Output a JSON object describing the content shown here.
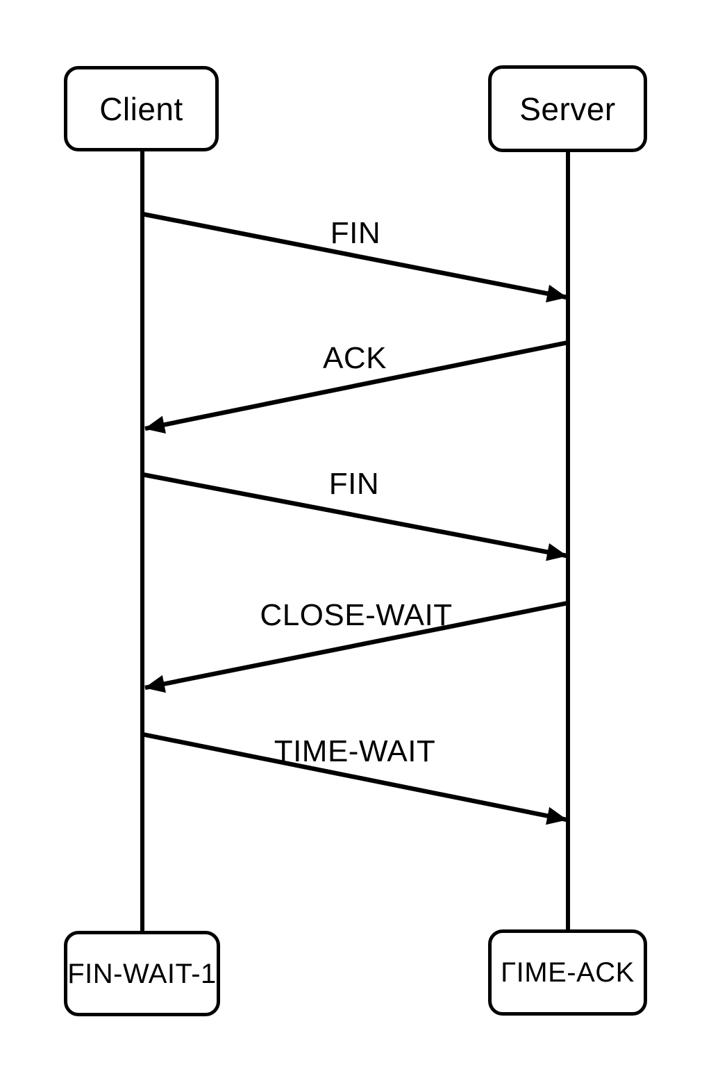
{
  "diagram": {
    "type": "sequence-diagram",
    "actors": [
      {
        "id": "client",
        "label": "Client",
        "final_state": "FIN-WAIT-1"
      },
      {
        "id": "server",
        "label": "Server",
        "final_state": "ΓIME-ACK"
      }
    ],
    "messages": [
      {
        "label": "FIN",
        "from": "Client",
        "to": "Server",
        "direction": "client-to-server"
      },
      {
        "label": "ACK",
        "from": "Server",
        "to": "Client",
        "direction": "server-to-client"
      },
      {
        "label": "FIN",
        "from": "Client",
        "to": "Server",
        "direction": "client-to-server"
      },
      {
        "label": "CLOSE-WAIT",
        "from": "Server",
        "to": "Client",
        "direction": "server-to-client"
      },
      {
        "label": "TIME-WAIT",
        "from": "Client",
        "to": "Server",
        "direction": "client-to-server"
      }
    ],
    "colors": {
      "stroke": "#000000",
      "background": "#ffffff",
      "box_fill": "#ffffff"
    }
  }
}
